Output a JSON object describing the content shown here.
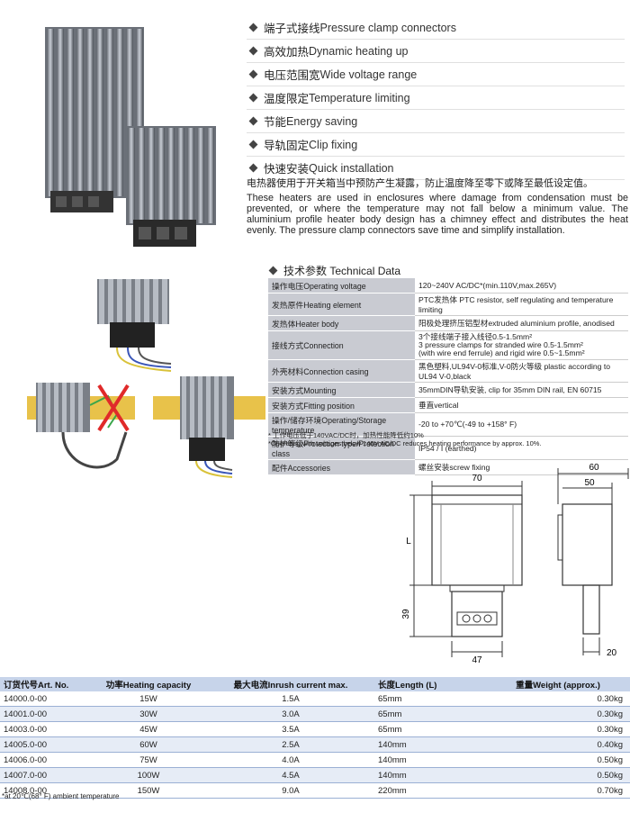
{
  "features": [
    {
      "cn": "端子式接线",
      "en": "Pressure clamp connectors"
    },
    {
      "cn": "高效加热",
      "en": "Dynamic heating up"
    },
    {
      "cn": "电压范围宽",
      "en": "Wide voltage range"
    },
    {
      "cn": "温度限定",
      "en": "Temperature limiting"
    },
    {
      "cn": "节能",
      "en": "Energy saving"
    },
    {
      "cn": "导轨固定",
      "en": "Clip fixing"
    },
    {
      "cn": "快速安装",
      "en": "Quick installation"
    }
  ],
  "intro": {
    "cn": "电热器使用于开关箱当中预防产生凝露，防止温度降至零下或降至最低设定值。",
    "en": "These heaters are used in enclosures where damage from condensation must be prevented, or where the temperature may not fall below a minimum value. The aluminium profile heater body design has a chimney effect and distributes the heat evenly. The pressure clamp connectors save time and simplify installation."
  },
  "tech": {
    "title_cn": "技术参数",
    "title_en": "Technical Data",
    "rows": [
      {
        "k": "操作电压Operating voltage",
        "v": "120~240V AC/DC*(min.110V,max.265V)"
      },
      {
        "k": "发热原件Heating element",
        "v": "PTC发热体 PTC resistor, self regulating and temperature limiting"
      },
      {
        "k": "发热体Heater body",
        "v": "阳极处理挤压铝型材extruded aluminium profile, anodised"
      },
      {
        "k": "接线方式Connection",
        "v1": "3个接线端子接入线径0.5-1.5mm²",
        "v2": "3 pressure clamps for stranded wire 0.5-1.5mm²",
        "v3": "(with wire end ferrule) and rigid wire 0.5~1.5mm²"
      },
      {
        "k": "外壳材料Connection casing",
        "v": "黑色塑料,UL94V-0标准,V-0防火等级 plastic according to UL94 V-0,black"
      },
      {
        "k": "安装方式Mounting",
        "v": "35mmDIN导轨安装, clip for 35mm DIN rail, EN 60715"
      },
      {
        "k": "安装方式Fitting position",
        "v": "垂直vertical"
      },
      {
        "k": "操作/储存环境Operating/Storage temperature",
        "v": "-20 to +70℃(-49 to +158° F)"
      },
      {
        "k": "防护等级Protection type/Protection class",
        "v": "IP54 / I (earthed)"
      },
      {
        "k": "配件Accessories",
        "v": "螺丝安装screw fixing"
      }
    ],
    "note_cn": "* 工作电压低于140VAC/DC时，加热性能降低约10%",
    "note_en": "*Operating with voltages below 140V AC/DC reduces heating performance by approx. 10%."
  },
  "dims": {
    "w70": "70",
    "w60": "60",
    "w50": "50",
    "hL": "L",
    "h39": "39",
    "w47": "47",
    "w20": "20"
  },
  "order": {
    "headers": [
      "订货代号Art. No.",
      "功率Heating capacity",
      "最大电流Inrush current max.",
      "长度Length (L)",
      "重量Weight (approx.)"
    ],
    "rows": [
      [
        "14000.0-00",
        "15W",
        "1.5A",
        "65mm",
        "0.30kg"
      ],
      [
        "14001.0-00",
        "30W",
        "3.0A",
        "65mm",
        "0.30kg"
      ],
      [
        "14003.0-00",
        "45W",
        "3.5A",
        "65mm",
        "0.30kg"
      ],
      [
        "14005.0-00",
        "60W",
        "2.5A",
        "140mm",
        "0.40kg"
      ],
      [
        "14006.0-00",
        "75W",
        "4.0A",
        "140mm",
        "0.50kg"
      ],
      [
        "14007.0-00",
        "100W",
        "4.5A",
        "140mm",
        "0.50kg"
      ],
      [
        "14008.0-00",
        "150W",
        "9.0A",
        "220mm",
        "0.70kg"
      ]
    ],
    "footnote": "*at 20℃(68° F) ambient temperature"
  },
  "colors": {
    "header_blue": "#c7d4ea",
    "row_alt": "#e6ecf6",
    "label_grey": "#c9cbd2",
    "rail_yellow": "#e8c24a"
  }
}
